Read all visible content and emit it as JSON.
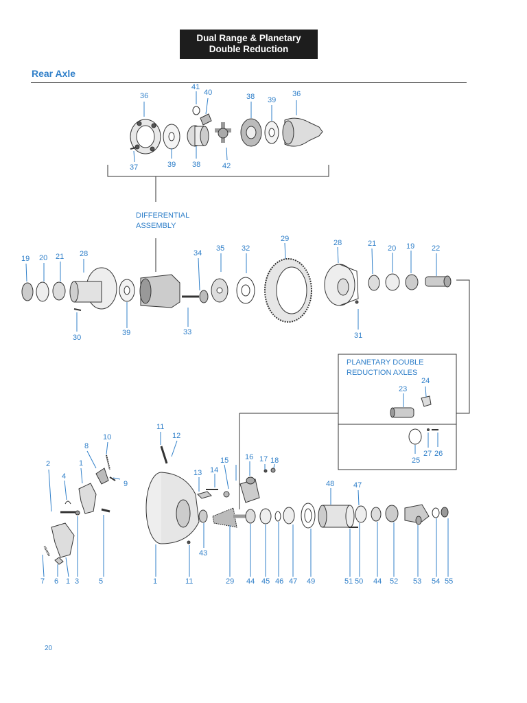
{
  "title_line1": "Dual Range & Planetary",
  "title_line2": "Double  Reduction",
  "section": "Rear Axle",
  "diff_label_1": "DIFFERENTIAL",
  "diff_label_2": "ASSEMBLY",
  "planetary_label_1": "PLANETARY DOUBLE",
  "planetary_label_2": "REDUCTION AXLES",
  "page_number": "20",
  "callouts": {
    "top": [
      "36",
      "41",
      "40",
      "38",
      "39",
      "36",
      "37",
      "39",
      "38",
      "42"
    ],
    "middle": [
      "19",
      "20",
      "21",
      "28",
      "34",
      "35",
      "32",
      "29",
      "28",
      "21",
      "20",
      "19",
      "22",
      "30",
      "39",
      "33",
      "31"
    ],
    "planetary": [
      "24",
      "23",
      "25",
      "27",
      "26"
    ],
    "bottom_top": [
      "11",
      "12",
      "10",
      "8",
      "1",
      "2",
      "4",
      "9",
      "15",
      "16",
      "17",
      "18",
      "13",
      "14",
      "48",
      "47",
      "43"
    ],
    "bottom_row": [
      "7",
      "6",
      "1",
      "3",
      "5",
      "1",
      "11",
      "29",
      "44",
      "45",
      "46",
      "47",
      "49",
      "51",
      "50",
      "44",
      "52",
      "53",
      "54",
      "55"
    ]
  }
}
